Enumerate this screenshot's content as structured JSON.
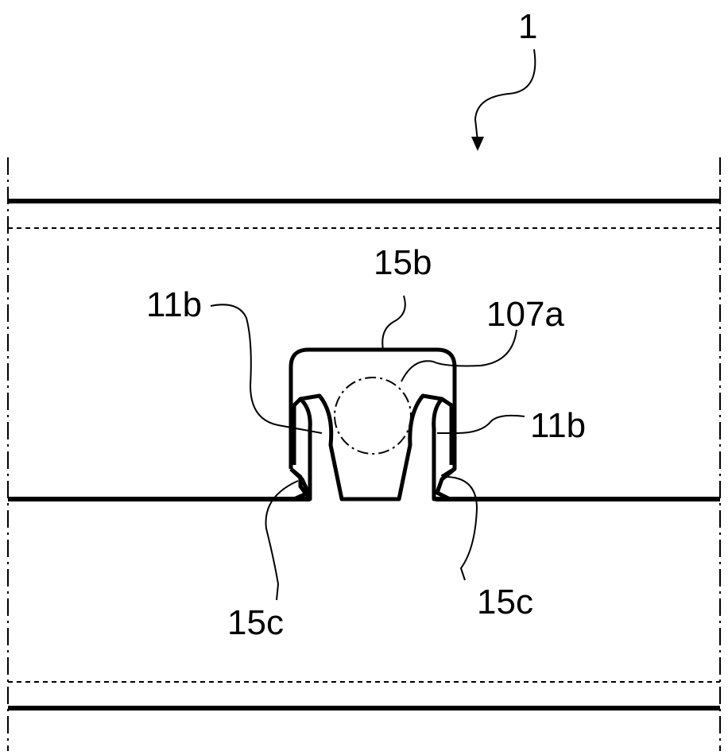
{
  "figure": {
    "labels": {
      "assembly": "1",
      "cover_top": "15b",
      "ball": "107a",
      "clip_left": "11b",
      "clip_right": "11b",
      "flange_left": "15c",
      "flange_right": "15c"
    }
  }
}
